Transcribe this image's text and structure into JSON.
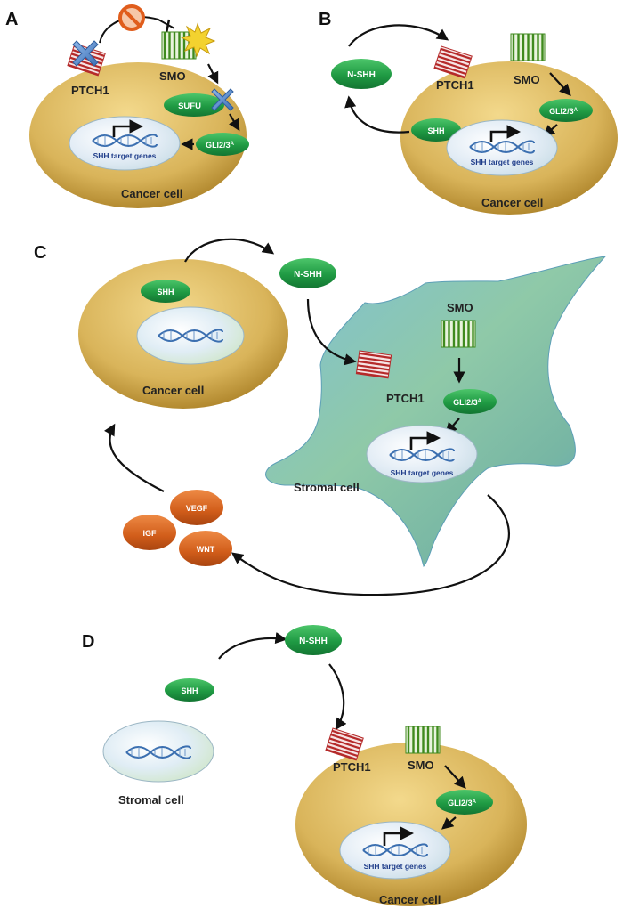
{
  "panels": {
    "A": {
      "letter": "A",
      "receptor_1": "PTCH1",
      "receptor_2": "SMO",
      "sufu": "SUFU",
      "gli": "GLI2/3",
      "gli_sup": "A",
      "target": "SHH target genes",
      "cell": "Cancer cell"
    },
    "B": {
      "letter": "B",
      "ligand_out": "N-SHH",
      "ligand_in": "SHH",
      "receptor_1": "PTCH1",
      "receptor_2": "SMO",
      "gli": "GLI2/3",
      "gli_sup": "A",
      "target": "SHH target genes",
      "cell": "Cancer cell"
    },
    "C": {
      "letter": "C",
      "ligand_in": "SHH",
      "ligand_out": "N-SHH",
      "cell_1": "Cancer cell",
      "receptor_1": "PTCH1",
      "receptor_2": "SMO",
      "gli": "GLI2/3",
      "gli_sup": "A",
      "target": "SHH target genes",
      "cell_2": "Stromal cell",
      "factor_1": "VEGF",
      "factor_2": "IGF",
      "factor_3": "WNT"
    },
    "D": {
      "letter": "D",
      "ligand_in": "SHH",
      "ligand_out": "N-SHH",
      "cell_1": "Stromal cell",
      "receptor_1": "PTCH1",
      "receptor_2": "SMO",
      "gli": "GLI2/3",
      "gli_sup": "A",
      "target": "SHH target genes",
      "cell_2": "Cancer cell"
    }
  },
  "colors": {
    "cancer_cell": "#d9b45a",
    "cancer_cell_dark": "#b48a2c",
    "nucleus": "#e4eef7",
    "pill_green": "#21a046",
    "factor_orange": "#d5621c",
    "ptch1_red": "#b52a2a",
    "smo_green": "#3f8a1e",
    "inhibit_orange": "#e05d1c",
    "mutation_blue": "#4a7fc4",
    "stromal_teal": "#6bb2bf"
  }
}
